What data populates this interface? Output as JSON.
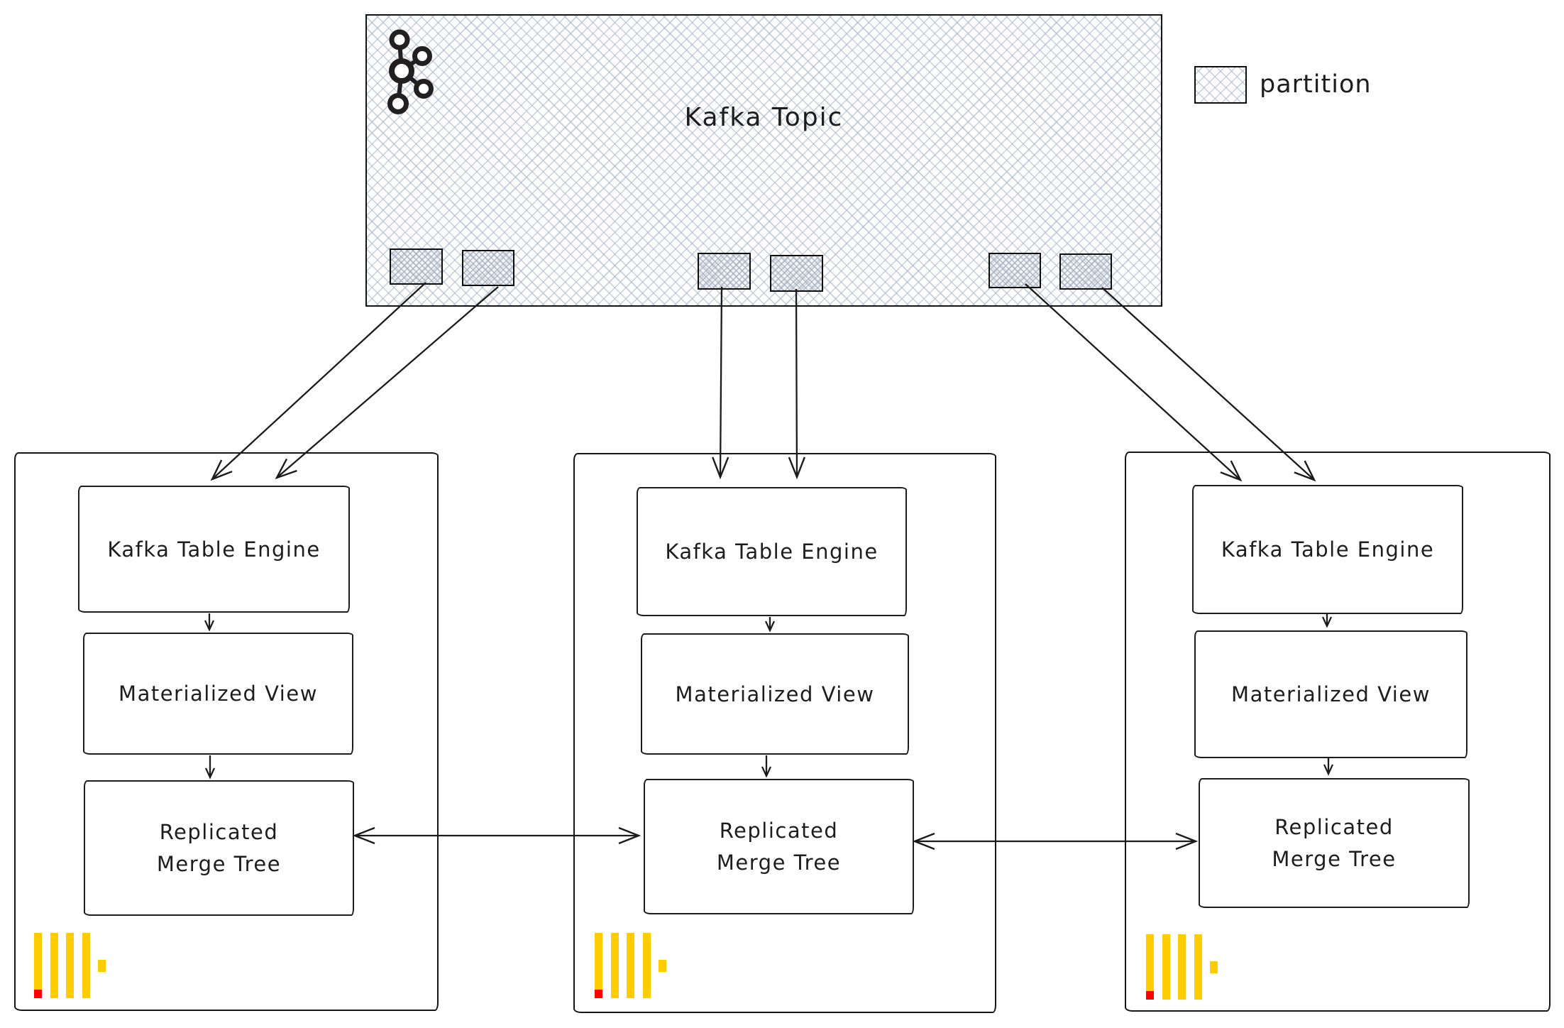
{
  "kafka": {
    "label": "Kafka Topic",
    "icon": "kafka-logo",
    "partition_count": 6
  },
  "legend": {
    "label": "partition",
    "swatch": "crosshatch"
  },
  "servers": [
    {
      "kafka_table_engine": "Kafka Table Engine",
      "materialized_view": "Materialized View",
      "replicated_merge_tree": {
        "line1": "Replicated",
        "line2": "Merge Tree"
      },
      "logo": "clickhouse-logo"
    },
    {
      "kafka_table_engine": "Kafka Table Engine",
      "materialized_view": "Materialized View",
      "replicated_merge_tree": {
        "line1": "Replicated",
        "line2": "Merge Tree"
      },
      "logo": "clickhouse-logo"
    },
    {
      "kafka_table_engine": "Kafka Table Engine",
      "materialized_view": "Materialized View",
      "replicated_merge_tree": {
        "line1": "Replicated",
        "line2": "Merge Tree"
      },
      "logo": "clickhouse-logo"
    }
  ],
  "colors": {
    "clickhouse_yellow": "#FFCC00",
    "clickhouse_red": "#FF0000",
    "stroke": "#1b1b1b",
    "hatch_line": "#acb6c5"
  }
}
